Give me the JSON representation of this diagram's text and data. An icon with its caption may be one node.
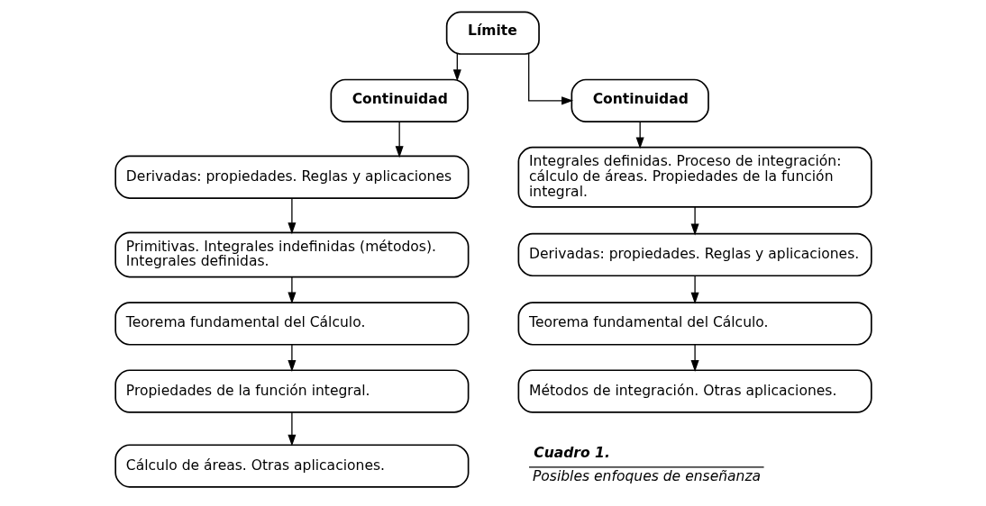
{
  "diagram": {
    "nodes": [
      {
        "text": [
          "Límite"
        ]
      },
      {
        "text": [
          "Continuidad"
        ]
      },
      {
        "text": [
          "Continuidad"
        ]
      },
      {
        "text": [
          "Derivadas: propiedades. Reglas y aplicaciones"
        ]
      },
      {
        "text": [
          "Primitivas. Integrales indefinidas (métodos). Integrales definidas."
        ]
      },
      {
        "text": [
          "Teorema fundamental del Cálculo."
        ]
      },
      {
        "text": [
          "Propiedades de la función integral."
        ]
      },
      {
        "text": [
          "Cálculo de áreas. Otras aplicaciones."
        ]
      },
      {
        "text": [
          "Integrales definidas. Proceso de integración: cálculo de áreas. Propiedades de la función integral."
        ]
      },
      {
        "text": [
          "Derivadas: propiedades. Reglas y aplicaciones."
        ]
      },
      {
        "text": [
          "Teorema fundamental del Cálculo."
        ]
      },
      {
        "text": [
          "Métodos de integración. Otras aplicaciones."
        ]
      }
    ],
    "edges": [
      {
        "from": 0,
        "to": 1,
        "arrow": "to"
      },
      {
        "from": 0,
        "to": 2,
        "arrow": "to"
      },
      {
        "from": 1,
        "to": 3,
        "arrow": "to"
      },
      {
        "from": 3,
        "to": 4,
        "arrow": "to"
      },
      {
        "from": 4,
        "to": 5,
        "arrow": "to"
      },
      {
        "from": 5,
        "to": 6,
        "arrow": "to"
      },
      {
        "from": 6,
        "to": 7,
        "arrow": "to"
      },
      {
        "from": 2,
        "to": 8,
        "arrow": "to"
      },
      {
        "from": 8,
        "to": 9,
        "arrow": "to"
      },
      {
        "from": 9,
        "to": 10,
        "arrow": "to"
      },
      {
        "from": 10,
        "to": 11,
        "arrow": "to"
      }
    ],
    "labels": [
      "Cuadro 1.",
      "Posibles enfoques de enseñanza"
    ]
  }
}
